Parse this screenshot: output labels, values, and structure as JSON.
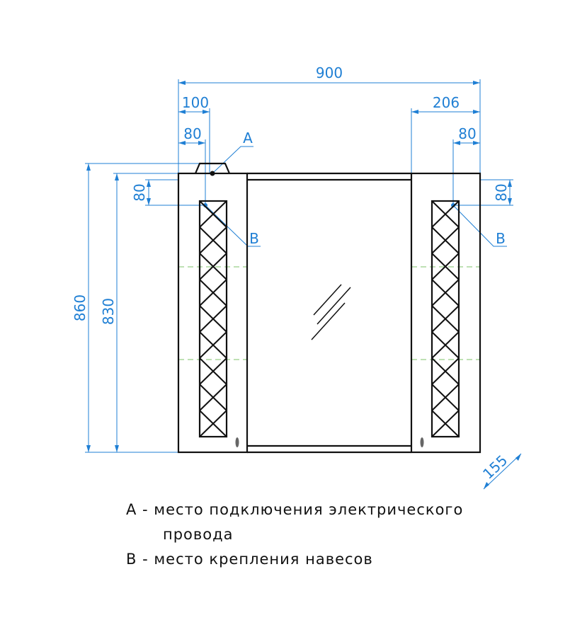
{
  "dimensions": {
    "total_width": "900",
    "left_offset": "100",
    "left_hook_offset": "80",
    "right_offset": "206",
    "right_hook_offset": "80",
    "total_height": "860",
    "body_height": "830",
    "left_hook_vertical": "80",
    "right_hook_vertical": "80",
    "depth": "155"
  },
  "markers": {
    "a": "A",
    "b_left": "B",
    "b_right": "B"
  },
  "legend": {
    "line1": "A - место подключения электрического",
    "line2": "провода",
    "line3": "B - место крепления навесов"
  },
  "colors": {
    "dimension": "#1f7fd4",
    "outline": "#111111",
    "guide": "#7cc36a"
  }
}
